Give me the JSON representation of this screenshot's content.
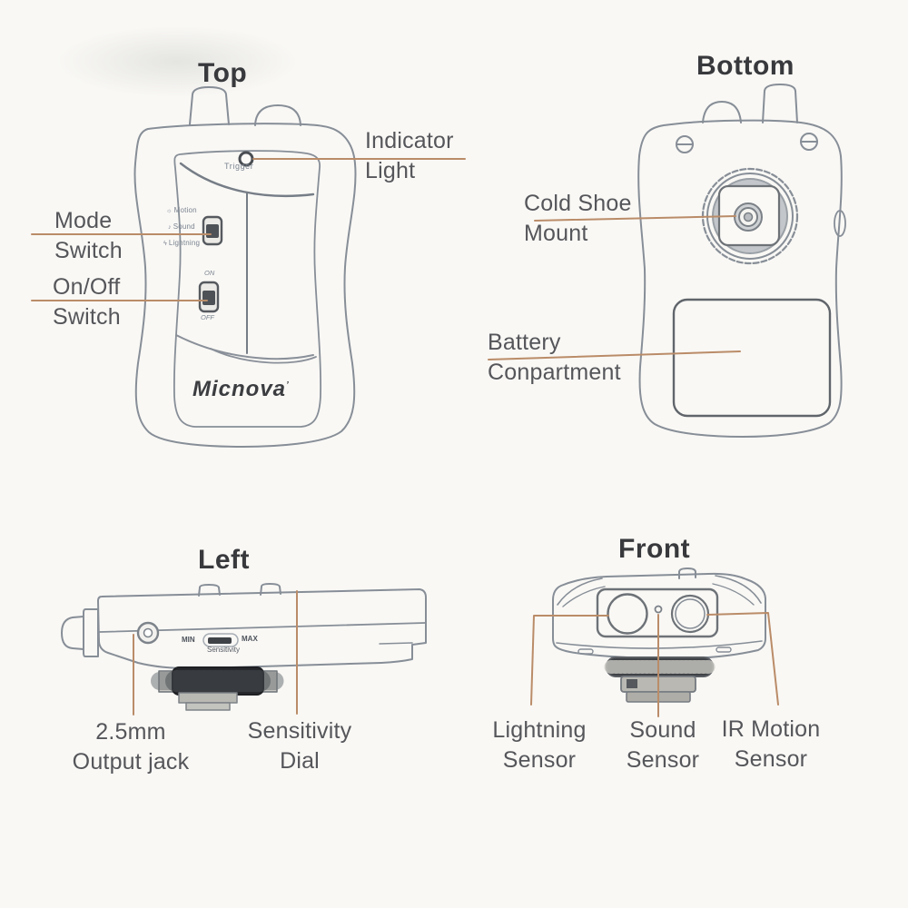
{
  "views": {
    "top": {
      "title": "Top",
      "labels": {
        "indicator_light": {
          "l1": "Indicator",
          "l2": "Light"
        },
        "mode_switch": {
          "l1": "Mode",
          "l2": "Switch"
        },
        "on_off_switch": {
          "l1": "On/Off",
          "l2": "Switch"
        }
      },
      "markings": {
        "trigger": "Trigger",
        "modes": [
          {
            "icon": "☼",
            "label": "Motion"
          },
          {
            "icon": "♪",
            "label": "Sound"
          },
          {
            "icon": "ϟ",
            "label": "Lightning"
          }
        ],
        "on": "ON",
        "off": "OFF",
        "logo": "Micnova",
        "logo_mark": "’"
      }
    },
    "bottom": {
      "title": "Bottom",
      "labels": {
        "cold_shoe_mount": {
          "l1": "Cold Shoe",
          "l2": "Mount"
        },
        "battery_compartment": {
          "l1": "Battery",
          "l2": "Conpartment"
        }
      }
    },
    "left": {
      "title": "Left",
      "labels": {
        "output_jack": {
          "l1": "2.5mm",
          "l2": "Output jack"
        },
        "sensitivity_dial": {
          "l1": "Sensitivity",
          "l2": "Dial"
        }
      },
      "markings": {
        "min": "MIN",
        "max": "MAX",
        "sensitivity": "Sensitivity"
      }
    },
    "front": {
      "title": "Front",
      "labels": {
        "lightning_sensor": {
          "l1": "Lightning",
          "l2": "Sensor"
        },
        "sound_sensor": {
          "l1": "Sound",
          "l2": "Sensor"
        },
        "ir_motion_sensor": {
          "l1": "IR Motion",
          "l2": "Sensor"
        }
      }
    }
  },
  "colors": {
    "background": "#f9f8f5",
    "outline": "#878e97",
    "outline_dark": "#5d6268",
    "leader_line": "#ba8c68",
    "label_text": "#55565a",
    "title_text": "#38393c"
  }
}
